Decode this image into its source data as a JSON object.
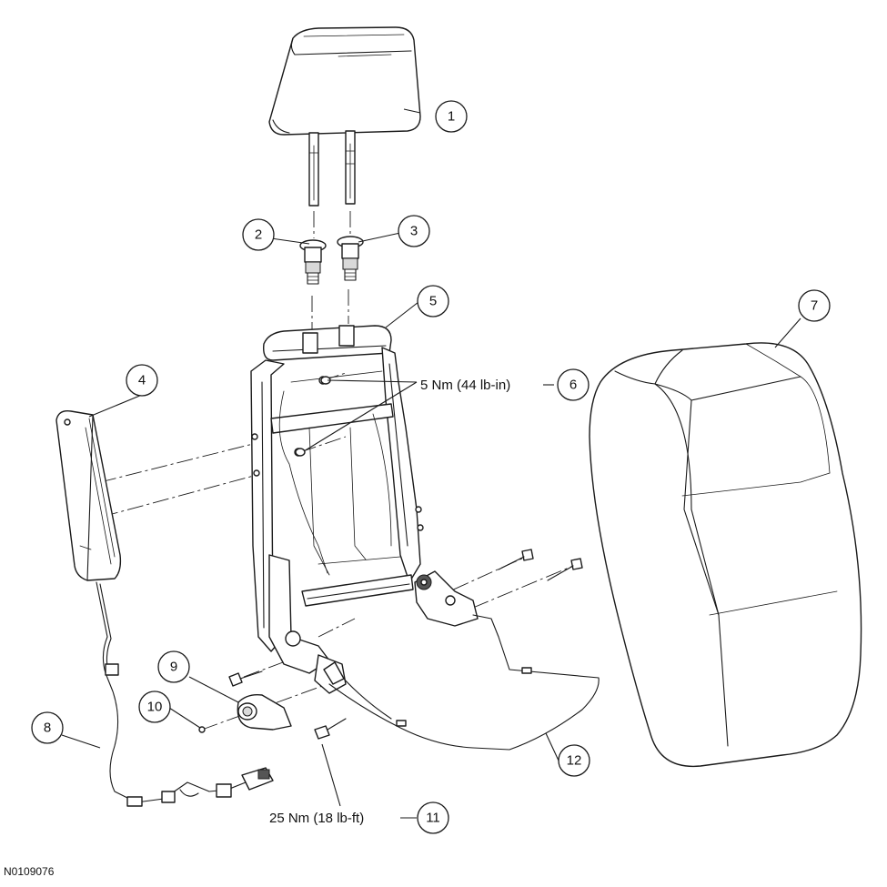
{
  "callouts": [
    {
      "id": "c1",
      "label": "1"
    },
    {
      "id": "c2",
      "label": "2"
    },
    {
      "id": "c3",
      "label": "3"
    },
    {
      "id": "c4",
      "label": "4"
    },
    {
      "id": "c5",
      "label": "5"
    },
    {
      "id": "c6",
      "label": "6"
    },
    {
      "id": "c7",
      "label": "7"
    },
    {
      "id": "c8",
      "label": "8"
    },
    {
      "id": "c9",
      "label": "9"
    },
    {
      "id": "c10",
      "label": "10"
    },
    {
      "id": "c11",
      "label": "11"
    },
    {
      "id": "c12",
      "label": "12"
    }
  ],
  "torque_specs": {
    "bolt_6": "5 Nm (44 lb-in)",
    "bolt_11": "25 Nm (18 lb-ft)"
  },
  "figure_id": "N0109076"
}
